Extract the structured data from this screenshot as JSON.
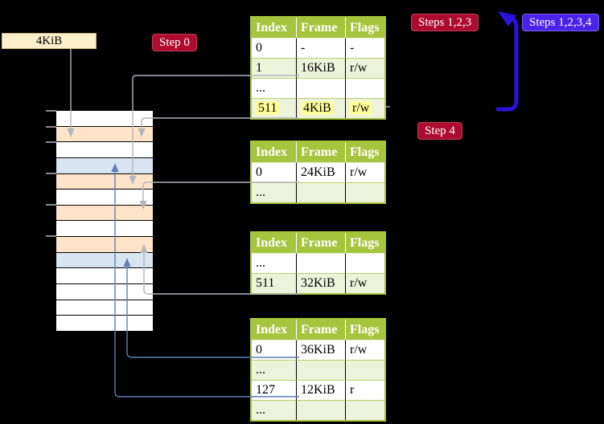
{
  "labels": {
    "frame_size": "4KiB",
    "step_0": "Step 0",
    "steps_123": "Steps 1,2,3",
    "steps_1234": "Steps 1,2,3,4",
    "step_4": "Step 4"
  },
  "colors": {
    "background": "#000000",
    "table_header_green": "#a6c43d",
    "table_shaded_row_green": "#edf2da",
    "memory_frame_peach": "#fde3c8",
    "memory_frame_blue": "#d9e4f1",
    "highlight_yellow": "#ffff99",
    "badge_red": "#ad0c30",
    "badge_blue": "#4a23e8",
    "arrow_gray": "#b4b4bc",
    "arrow_blue_thin": "#5f7fb2",
    "arrow_blue_big": "#2a12dd",
    "frame_label_bg": "#fcefca"
  },
  "memory_stack": {
    "rows": [
      "white",
      "peach",
      "white",
      "blue",
      "peach",
      "white",
      "peach",
      "white",
      "peach",
      "blue",
      "white",
      "white",
      "white",
      "white"
    ]
  },
  "page_tables": [
    {
      "name": "page-table-top",
      "columns": [
        "Index",
        "Frame",
        "Flags"
      ],
      "rows": [
        {
          "cells": [
            "0",
            "-",
            "-"
          ],
          "shaded": false,
          "highlighted": false
        },
        {
          "cells": [
            "1",
            "16KiB",
            "r/w"
          ],
          "shaded": true,
          "highlighted": false
        },
        {
          "cells": [
            "...",
            "",
            ""
          ],
          "shaded": false,
          "highlighted": false
        },
        {
          "cells": [
            "511",
            "4KiB",
            "r/w"
          ],
          "shaded": true,
          "highlighted": true
        }
      ]
    },
    {
      "name": "page-table-second",
      "columns": [
        "Index",
        "Frame",
        "Flags"
      ],
      "rows": [
        {
          "cells": [
            "0",
            "24KiB",
            "r/w"
          ],
          "shaded": false,
          "highlighted": false
        },
        {
          "cells": [
            "...",
            "",
            ""
          ],
          "shaded": true,
          "highlighted": false
        }
      ]
    },
    {
      "name": "page-table-third",
      "columns": [
        "Index",
        "Frame",
        "Flags"
      ],
      "rows": [
        {
          "cells": [
            "...",
            "",
            ""
          ],
          "shaded": false,
          "highlighted": false
        },
        {
          "cells": [
            "511",
            "32KiB",
            "r/w"
          ],
          "shaded": true,
          "highlighted": false
        }
      ]
    },
    {
      "name": "page-table-bottom",
      "columns": [
        "Index",
        "Frame",
        "Flags"
      ],
      "rows": [
        {
          "cells": [
            "0",
            "36KiB",
            "r/w"
          ],
          "shaded": false,
          "highlighted": false
        },
        {
          "cells": [
            "...",
            "",
            ""
          ],
          "shaded": true,
          "highlighted": false
        },
        {
          "cells": [
            "127",
            "12KiB",
            "r"
          ],
          "shaded": false,
          "highlighted": false
        },
        {
          "cells": [
            "...",
            "",
            ""
          ],
          "shaded": true,
          "highlighted": false
        }
      ]
    }
  ]
}
